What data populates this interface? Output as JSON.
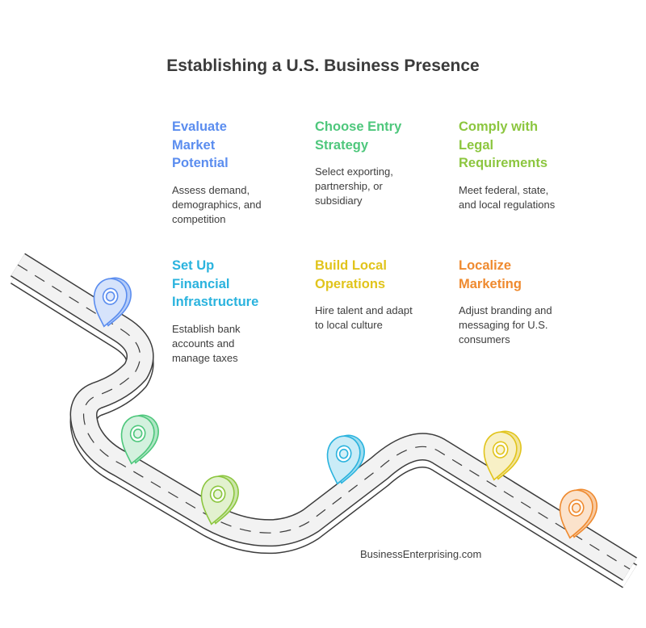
{
  "title": "Establishing a U.S. Business Presence",
  "footer": "BusinessEnterprising.com",
  "colors": {
    "blue": "#5b8def",
    "green": "#4ec77c",
    "lime": "#8cc63f",
    "cyan": "#2ab3de",
    "yellow": "#e1c41c",
    "orange": "#ef8a2f",
    "road": "#f2f2f2",
    "road_edge": "#3c3c3c"
  },
  "steps": [
    {
      "id": "evaluate",
      "title": "Evaluate\nMarket\nPotential",
      "desc": "Assess demand,\ndemographics, and\ncompetition",
      "color": "#5b8def"
    },
    {
      "id": "choose",
      "title": "Choose Entry\nStrategy",
      "desc": "Select exporting,\npartnership, or\nsubsidiary",
      "color": "#4ec77c"
    },
    {
      "id": "comply",
      "title": "Comply with\nLegal\nRequirements",
      "desc": "Meet federal, state,\nand local regulations",
      "color": "#8cc63f"
    },
    {
      "id": "financial",
      "title": "Set Up\nFinancial\nInfrastructure",
      "desc": "Establish bank\naccounts and\nmanage taxes",
      "color": "#2ab3de"
    },
    {
      "id": "operations",
      "title": "Build Local\nOperations",
      "desc": "Hire talent and adapt\nto local culture",
      "color": "#e1c41c"
    },
    {
      "id": "marketing",
      "title": "Localize\nMarketing",
      "desc": "Adjust branding and\nmessaging for U.S.\nconsumers",
      "color": "#ef8a2f"
    }
  ],
  "markers": [
    {
      "name": "marker-blue-icon",
      "color": "#5b8def"
    },
    {
      "name": "marker-green-icon",
      "color": "#4ec77c"
    },
    {
      "name": "marker-lime-icon",
      "color": "#8cc63f"
    },
    {
      "name": "marker-cyan-icon",
      "color": "#2ab3de"
    },
    {
      "name": "marker-yellow-icon",
      "color": "#e1c41c"
    },
    {
      "name": "marker-orange-icon",
      "color": "#ef8a2f"
    }
  ]
}
